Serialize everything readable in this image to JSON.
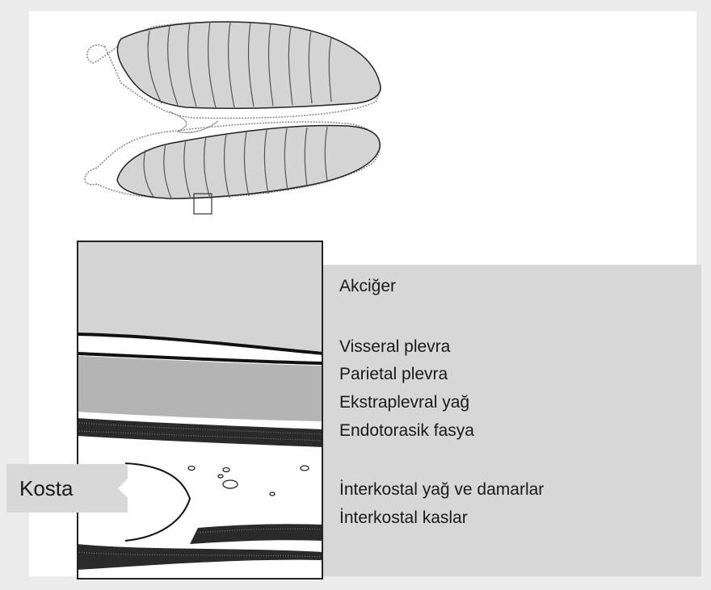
{
  "colors": {
    "background": "#ececec",
    "panel": "#ffffff",
    "lung_fill": "#d4d4d4",
    "legend_bg": "#d7d7d7",
    "line": "#1a1a1a"
  },
  "legend": {
    "lung": "Akciğer",
    "visceral_pleura": "Visseral plevra",
    "parietal_pleura": "Parietal plevra",
    "extrapleural_fat": "Ekstraplevral yağ",
    "endothoracic_fascia": "Endotorasik fasya",
    "intercostal_fat_vessels": "İnterkostal yağ ve damarlar",
    "intercostal_muscles": "İnterkostal kaslar"
  },
  "rib_label": "Kosta"
}
